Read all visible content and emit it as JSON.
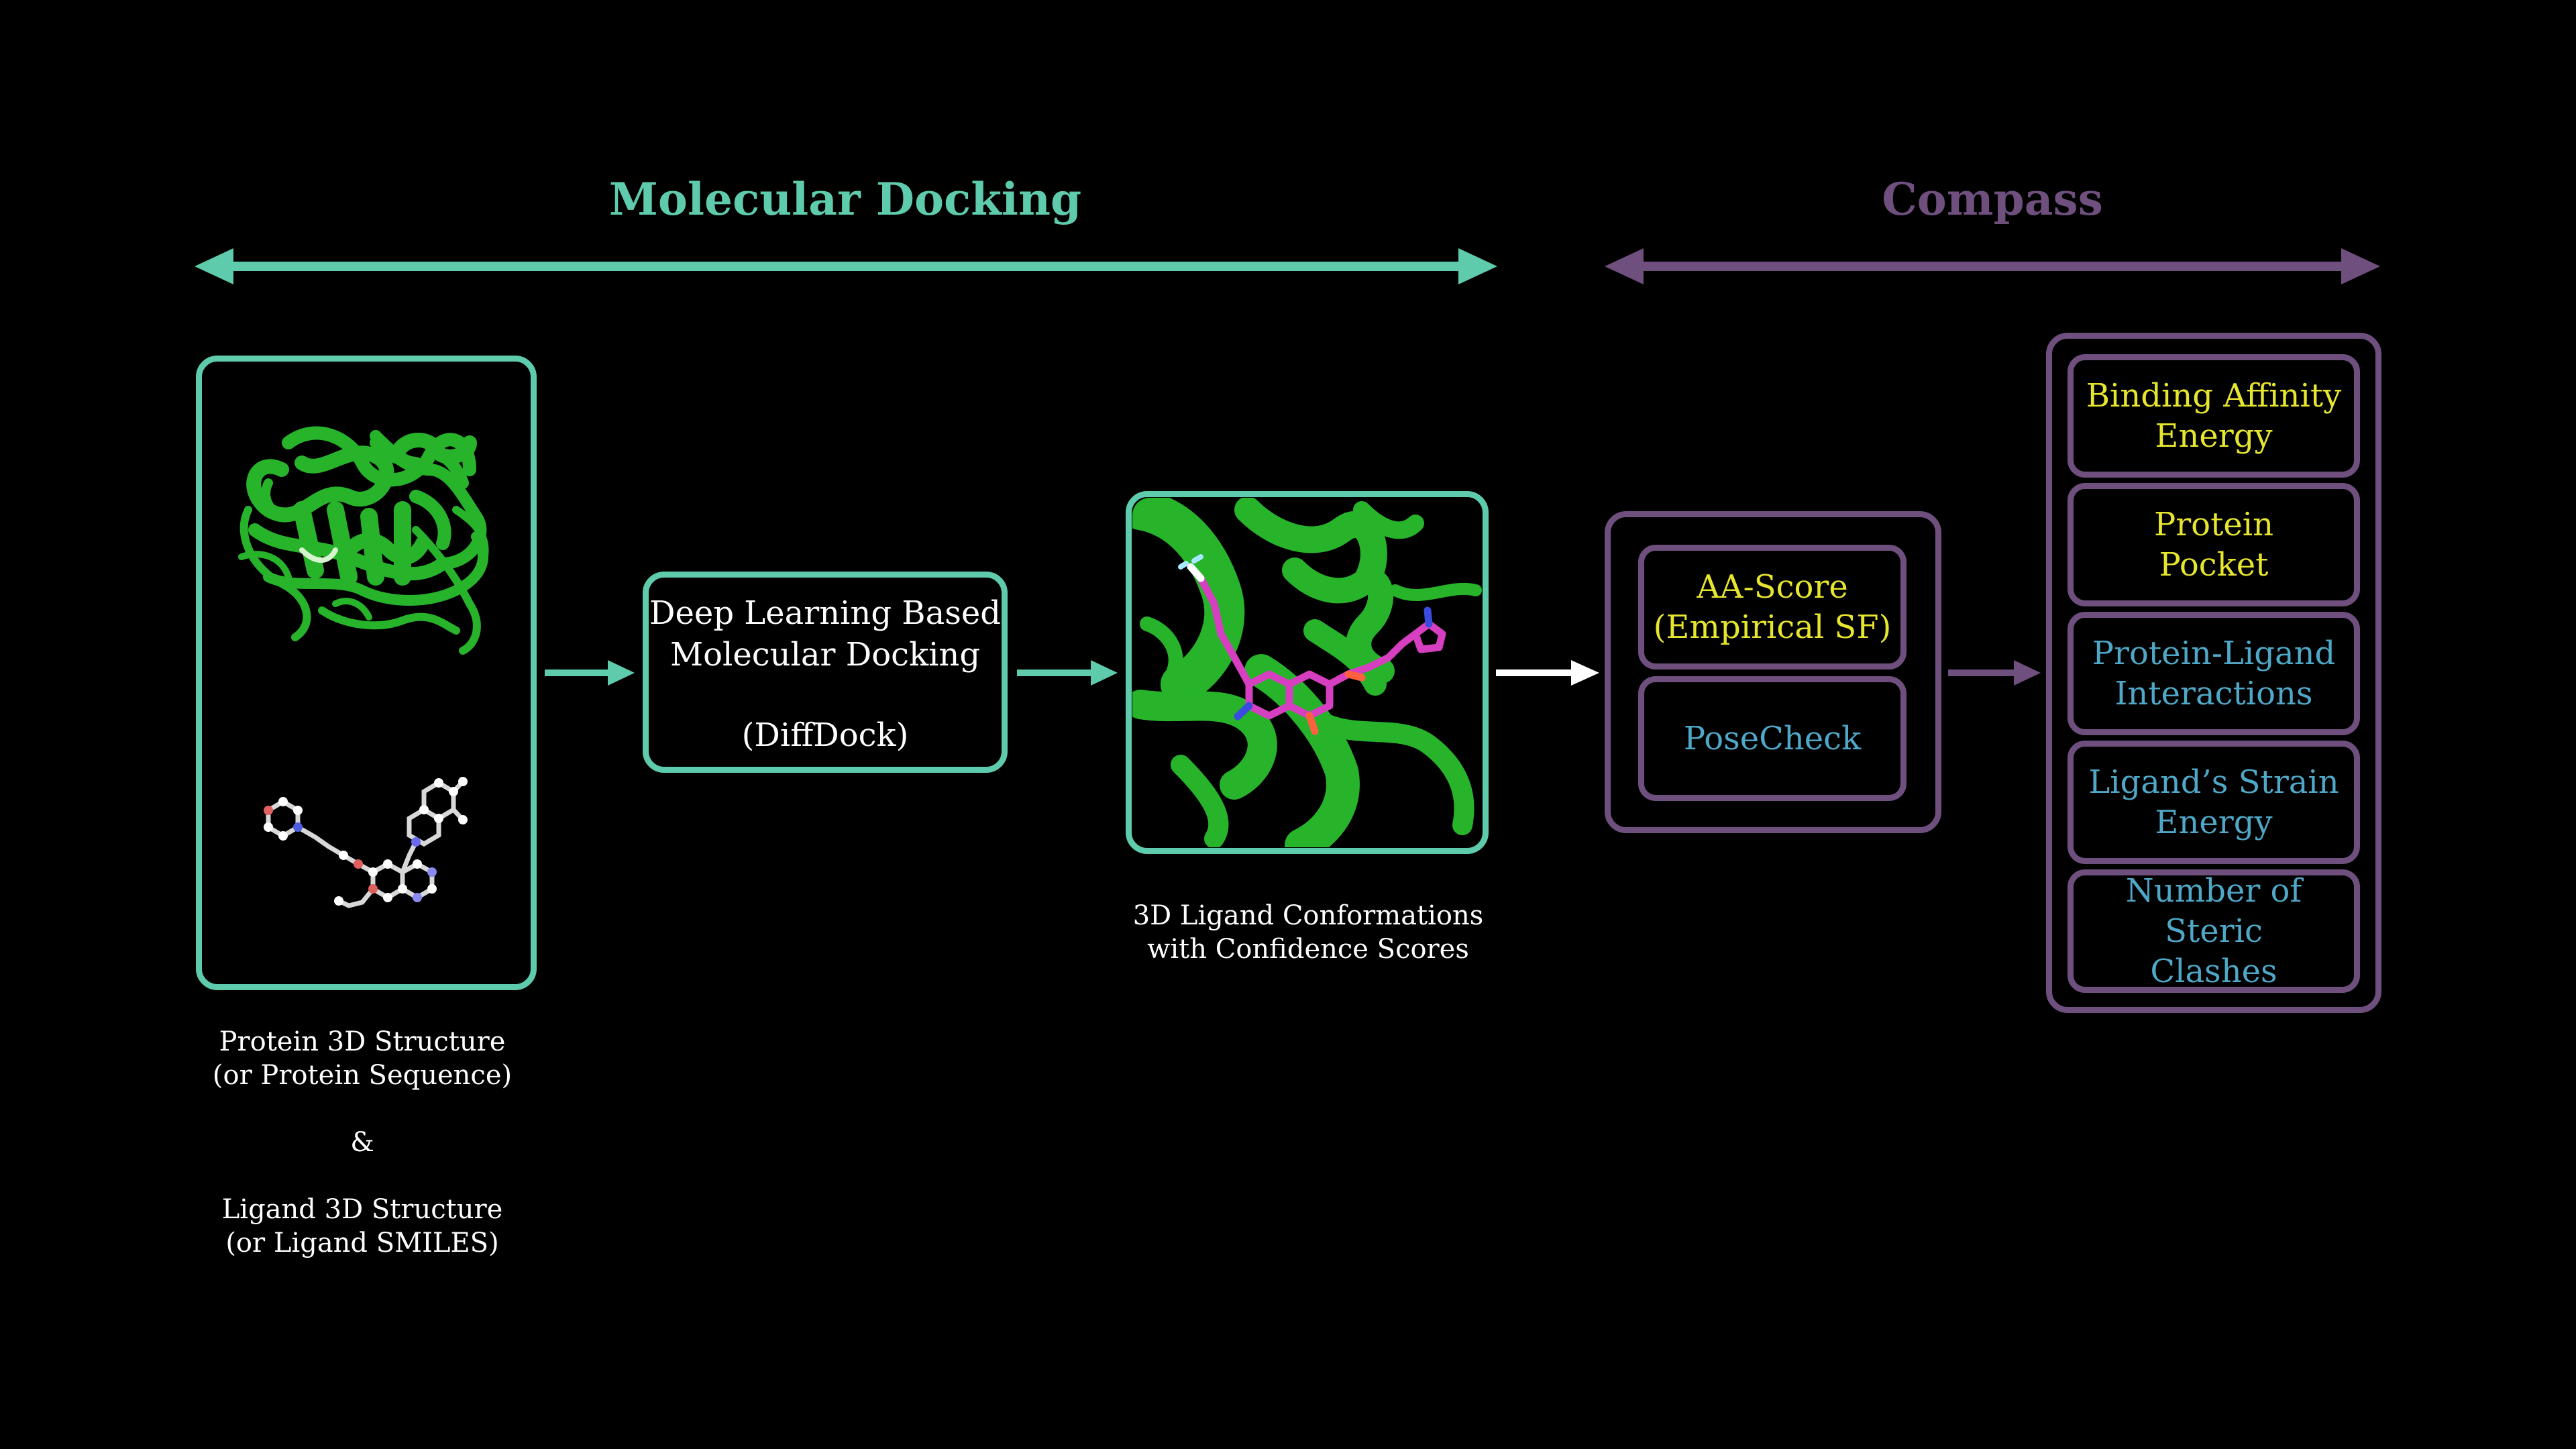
{
  "sections": {
    "docking": {
      "title": "Molecular Docking"
    },
    "compass": {
      "title": "Compass"
    }
  },
  "colors": {
    "docking_accent": "#5fcbad",
    "compass_accent": "#6e4f7e",
    "yellow_text": "#e7e62e",
    "blue_text": "#4fa8c8",
    "white_text": "#ffffff",
    "protein_green": "#27b42b",
    "ligand_magenta": "#d63fc0"
  },
  "input": {
    "caption_line1": "Protein 3D Structure",
    "caption_line2": "(or Protein Sequence)",
    "ampersand": "&",
    "caption_line3": "Ligand 3D Structure",
    "caption_line4": "(or Ligand SMILES)"
  },
  "docking_box": {
    "line1": "Deep Learning Based",
    "line2": "Molecular Docking",
    "line3": "(DiffDock)"
  },
  "output": {
    "caption_line1": "3D Ligand Conformations",
    "caption_line2": "with Confidence Scores"
  },
  "tools": [
    {
      "line1": "AA-Score",
      "line2": "(Empirical SF)",
      "color": "yellow"
    },
    {
      "line1": "PoseCheck",
      "line2": "",
      "color": "blue"
    }
  ],
  "metrics": [
    {
      "line1": "Binding Affinity",
      "line2": "Energy",
      "color": "yellow"
    },
    {
      "line1": "Protein",
      "line2": "Pocket",
      "color": "yellow"
    },
    {
      "line1": "Protein-Ligand",
      "line2": "Interactions",
      "color": "blue"
    },
    {
      "line1": "Ligand’s Strain",
      "line2": "Energy",
      "color": "blue"
    },
    {
      "line1": "Number of Steric",
      "line2": "Clashes",
      "color": "blue"
    }
  ]
}
